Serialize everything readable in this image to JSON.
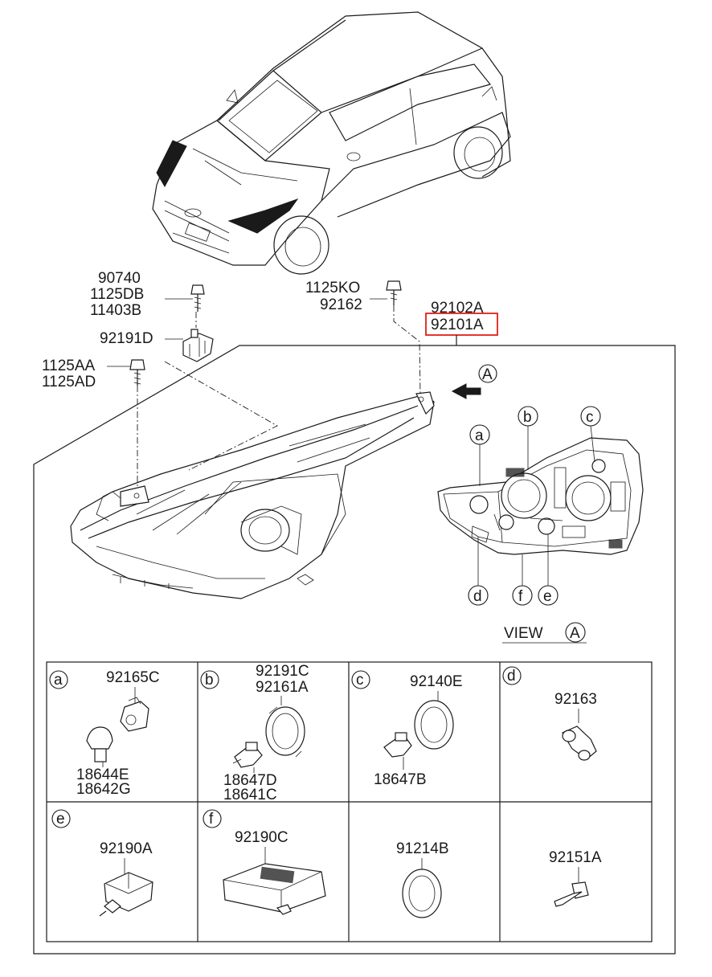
{
  "callouts": {
    "bracket_group": [
      "90740",
      "1125DB",
      "11403B"
    ],
    "clip": "92191D",
    "screw_group": [
      "1125AA",
      "1125AD"
    ],
    "top_screw_group": [
      "1125KO",
      "92162"
    ],
    "assembly_group": [
      "92102A",
      "92101A"
    ],
    "highlighted": "92101A"
  },
  "view": {
    "arrow_label": "A",
    "caption_word": "VIEW",
    "caption_letter": "A",
    "point_labels": [
      "a",
      "b",
      "c",
      "d",
      "f",
      "e"
    ]
  },
  "highlight_color": "#e0201a",
  "detail_cells": [
    {
      "letter": "a",
      "parts": [
        "92165C",
        "18644E",
        "18642G"
      ]
    },
    {
      "letter": "b",
      "parts": [
        "92191C",
        "92161A",
        "18647D",
        "18641C"
      ]
    },
    {
      "letter": "c",
      "parts": [
        "92140E",
        "18647B"
      ]
    },
    {
      "letter": "d",
      "parts": [
        "92163"
      ]
    },
    {
      "letter": "e",
      "parts": [
        "92190A"
      ]
    },
    {
      "letter": "f",
      "parts": [
        "92190C"
      ]
    },
    {
      "letter": "",
      "parts": [
        "91214B"
      ]
    },
    {
      "letter": "",
      "parts": [
        "92151A"
      ]
    }
  ]
}
